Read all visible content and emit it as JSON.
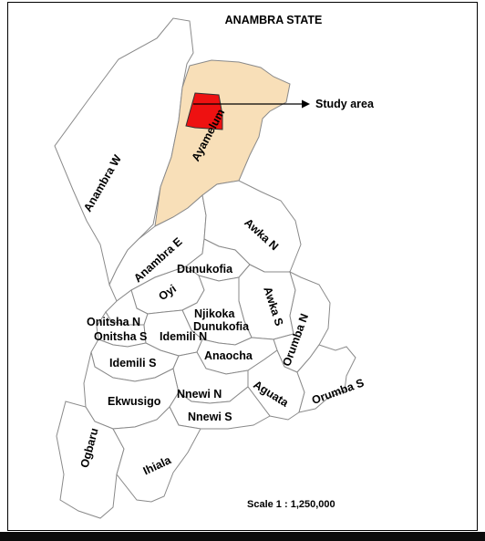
{
  "map": {
    "title": "ANAMBRA STATE",
    "callout_label": "Study area",
    "scale": "Scale 1 : 1,250,000",
    "colors": {
      "outline": "#8a8a8a",
      "lga_fill": "#ffffff",
      "ayamelum_fill": "#f8dfb8",
      "study_area_fill": "#ee1111",
      "text": "#000000"
    },
    "lgas": [
      "Anambra W",
      "Ayamelum",
      "Anambra E",
      "Awka N",
      "Dunukofia",
      "Oyi",
      "Awka S",
      "Njikoka",
      "Dunukofia",
      "Onitsha N",
      "Onitsha S",
      "Idemili N",
      "Orumba N",
      "Anaocha",
      "Idemili S",
      "Aguata",
      "Orumba S",
      "Ekwusigo",
      "Nnewi N",
      "Nnewi S",
      "Ogbaru",
      "Ihiala"
    ]
  }
}
